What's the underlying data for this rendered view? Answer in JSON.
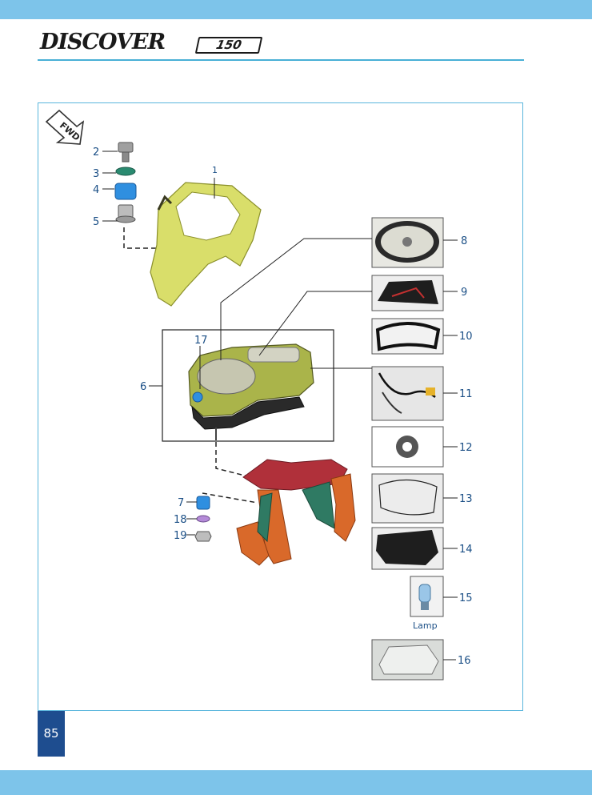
{
  "header": {
    "logo_text": "DISCOVER",
    "logo_number": "150"
  },
  "page": {
    "number": "85"
  },
  "diagram": {
    "fwd_label": "FWD",
    "callouts": {
      "c1": "1",
      "c2": "2",
      "c3": "3",
      "c4": "4",
      "c5": "5",
      "c6": "6",
      "c7": "7",
      "c8": "8",
      "c9": "9",
      "c10": "10",
      "c11": "11",
      "c12": "12",
      "c13": "13",
      "c14": "14",
      "c15": "15",
      "c16": "16",
      "c17": "17",
      "c18": "18",
      "c19": "19"
    },
    "lamp_caption": "Lamp"
  },
  "colors": {
    "band": "#7dc4ea",
    "frame": "#5ab6dc",
    "callout_text": "#1b4f86",
    "page_box": "#1e4d8f",
    "cover_yellow": "#d9de6a",
    "bracket_red": "#b0303a",
    "bracket_orange": "#d9692a",
    "bracket_green": "#2f7a63",
    "part_blue": "#2f8fe0"
  }
}
